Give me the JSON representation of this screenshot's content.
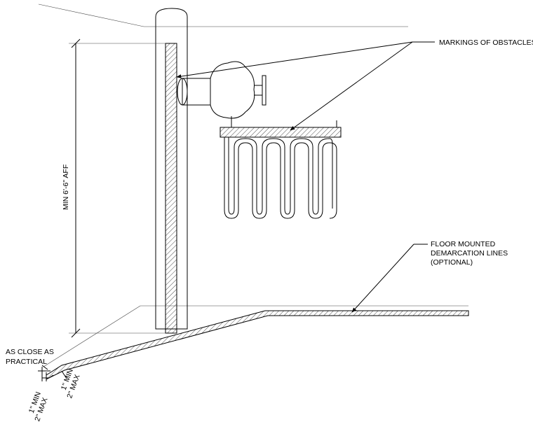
{
  "labels": {
    "markings": "MARKINGS OF OBSTACLES",
    "floor_line1": "FLOOR MOUNTED",
    "floor_line2": "DEMARCATION LINES",
    "floor_line3": "(OPTIONAL)",
    "clearance": "MIN 6'-6\" AFF",
    "close_line1": "AS CLOSE AS",
    "close_line2": "PRACTICAL",
    "dim_a_line1": "1\" MIN",
    "dim_a_line2": "2\" MAX",
    "dim_b_line1": "1\" MIN",
    "dim_b_line2": "2\" MAX"
  },
  "colors": {
    "line": "#000000",
    "background": "#ffffff"
  }
}
